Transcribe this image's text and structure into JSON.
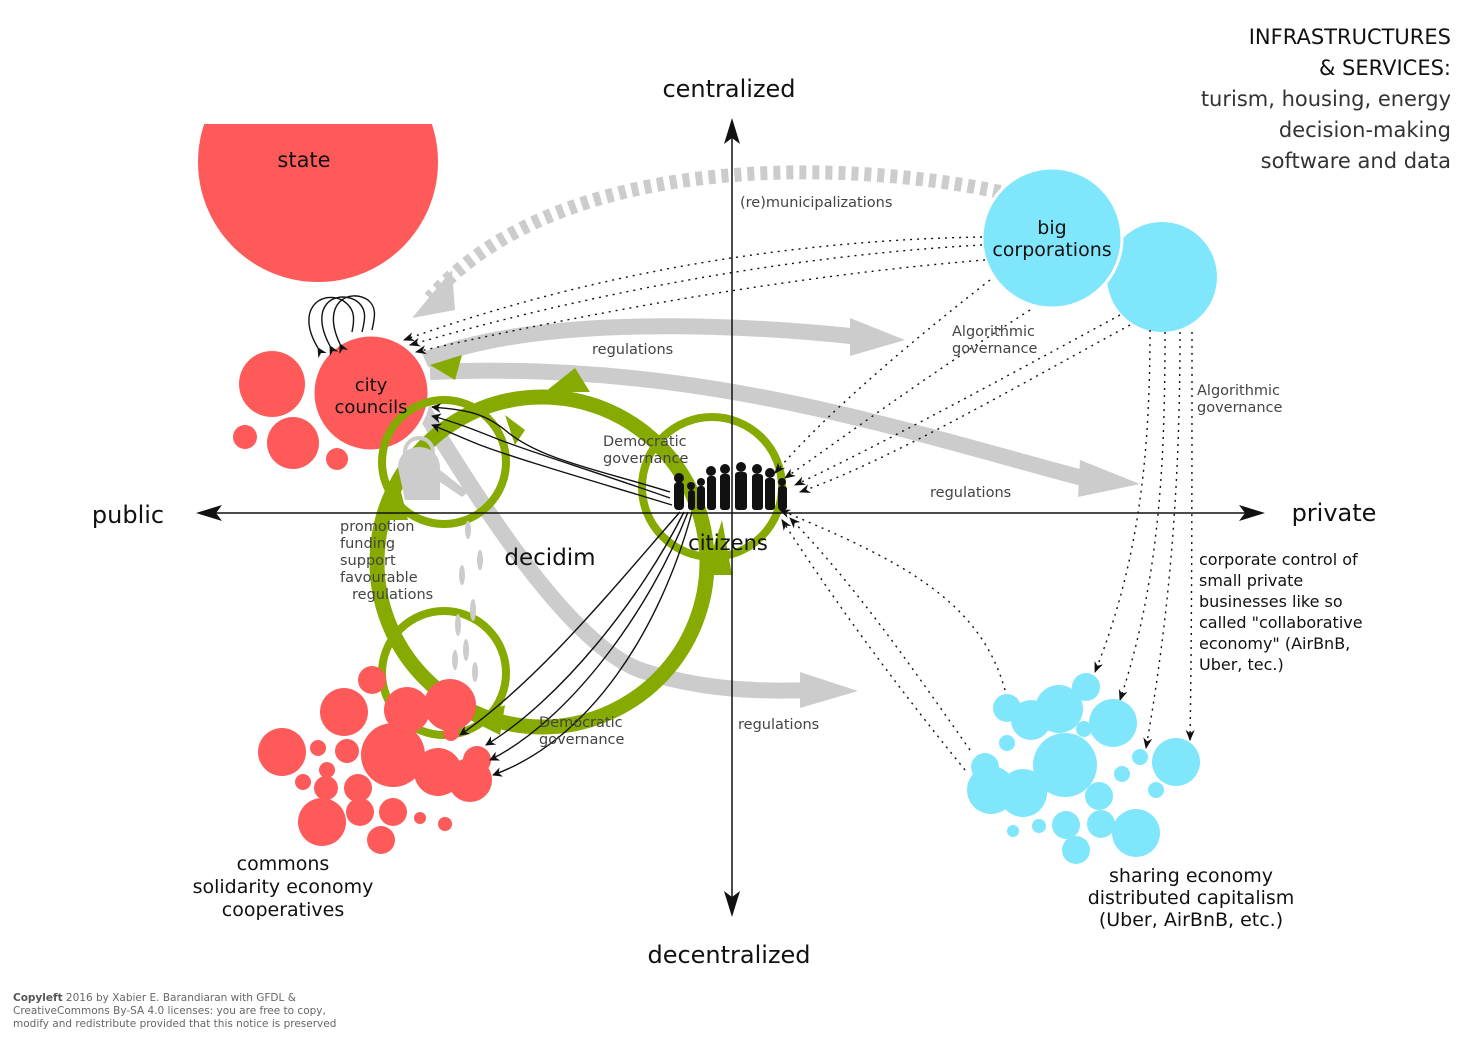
{
  "axes": {
    "top": "centralized",
    "bottom": "decentralized",
    "left": "public",
    "right": "private"
  },
  "corner_title": {
    "heading": [
      "INFRASTRUCTURES",
      "& SERVICES:"
    ],
    "lines": [
      "turism, housing, energy",
      "decision-making",
      "software and data"
    ]
  },
  "nodes": {
    "state": "state",
    "city_councils": [
      "city",
      "councils"
    ],
    "big_corporations": [
      "big",
      "corporations"
    ],
    "citizens": "citizens",
    "decidim": "decidim",
    "commons": [
      "commons",
      "solidarity economy",
      "cooperatives"
    ],
    "sharing_economy": [
      "sharing economy",
      "distributed capitalism",
      "(Uber, AirBnB, etc.)"
    ]
  },
  "flow_labels": {
    "remunicipalizations": "(re)municipalizations",
    "regulations_top": "regulations",
    "regulations_right": "regulations",
    "regulations_bottom": "regulations",
    "algorithmic_governance_1": [
      "Algorithmic",
      "governance"
    ],
    "algorithmic_governance_2": [
      "Algorithmic",
      "governance"
    ],
    "democratic_governance_1": [
      "Democratic",
      "governance"
    ],
    "democratic_governance_2": [
      "Democratic",
      "governance"
    ],
    "promotion": [
      "promotion",
      "funding",
      "support",
      "favourable",
      "regulations"
    ]
  },
  "notes": {
    "corporate_control": [
      "corporate control of",
      "small private",
      "businesses like so",
      "called \"collaborative",
      "economy\" (AirBnB,",
      "Uber, tec.)"
    ]
  },
  "footer": {
    "bold": "Copyleft",
    "line1": " 2016 by Xabier E. Barandiaran with GFDL &",
    "line2": "CreativeCommons By-SA 4.0 licenses: you are free to copy,",
    "line3": "modify and redistribute provided that this notice is preserved"
  },
  "colors": {
    "public_red": "#ff5a5a",
    "private_cyan": "#80e6fc",
    "decidim_green": "#86aa00",
    "flow_grey": "#cccccc",
    "ink": "#111111"
  }
}
